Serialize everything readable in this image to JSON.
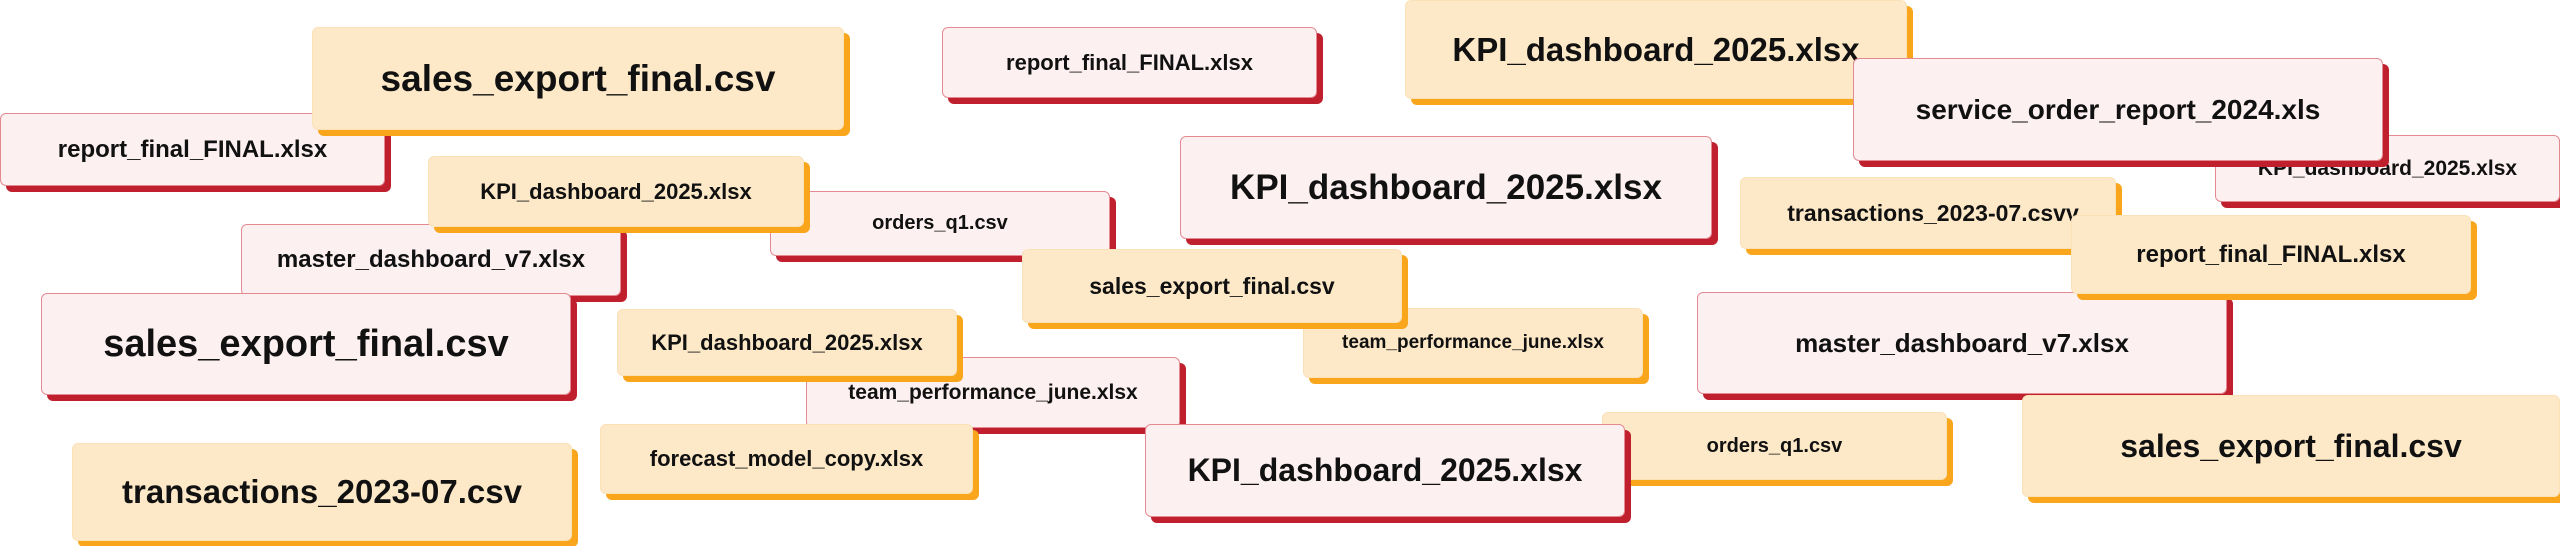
{
  "theme": {
    "red_fill": "#fdf0f1",
    "red_shadow": "#c0202e",
    "orange_fill": "#fde9c8",
    "orange_shadow": "#f9a61c",
    "text": "#111111"
  },
  "tiles": [
    {
      "label": "report_final_FINAL.xlsx",
      "style": "red"
    },
    {
      "label": "sales_export_final.csv",
      "style": "orange"
    },
    {
      "label": "KPI_dashboard_2025.xlsx",
      "style": "orange"
    },
    {
      "label": "orders_q1.csv",
      "style": "red"
    },
    {
      "label": "master_dashboard_v7.xlsx",
      "style": "red"
    },
    {
      "label": "sales_export_final.csv",
      "style": "red"
    },
    {
      "label": "KPI_dashboard_2025.xlsx",
      "style": "orange"
    },
    {
      "label": "team_performance_june.xlsx",
      "style": "red"
    },
    {
      "label": "forecast_model_copy.xlsx",
      "style": "orange"
    },
    {
      "label": "transactions_2023-07.csv",
      "style": "orange"
    },
    {
      "label": "report_final_FINAL.xlsx",
      "style": "red"
    },
    {
      "label": "KPI_dashboard_2025.xlsx",
      "style": "orange"
    },
    {
      "label": "KPI_dashboard_2025.xlsx",
      "style": "red"
    },
    {
      "label": "sales_export_final.csv",
      "style": "orange"
    },
    {
      "label": "team_performance_june.xlsx",
      "style": "orange"
    },
    {
      "label": "KPI_dashboard_2025.xlsx",
      "style": "red"
    },
    {
      "label": "orders_q1.csv",
      "style": "orange"
    },
    {
      "label": "service_order_report_2024.xls",
      "style": "red"
    },
    {
      "label": "KPI_dashboard_2025.xlsx",
      "style": "red"
    },
    {
      "label": "transactions_2023-07.csvv",
      "style": "orange"
    },
    {
      "label": "report_final_FINAL.xlsx",
      "style": "orange"
    },
    {
      "label": "master_dashboard_v7.xlsx",
      "style": "red"
    },
    {
      "label": "sales_export_final.csv",
      "style": "orange"
    }
  ]
}
